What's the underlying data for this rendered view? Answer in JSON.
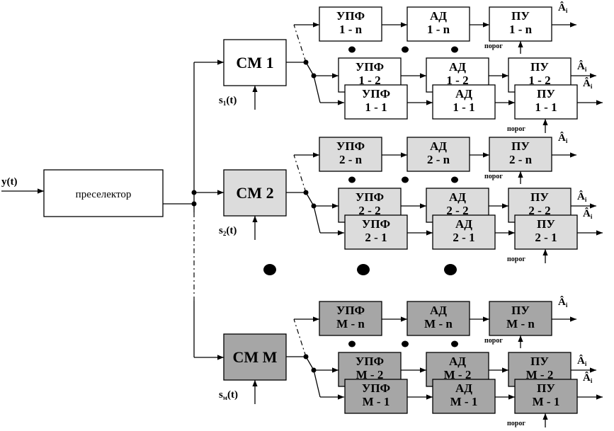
{
  "input_label": "y(t)",
  "preselector_label": "преселектор",
  "threshold_label": "порог",
  "output_label": "Âi",
  "fill_colors": {
    "group1": "#ffffff",
    "group2": "#dcdcdc",
    "group3": "#a6a6a6"
  },
  "groups": [
    {
      "mixer": "СМ 1",
      "ref": {
        "base": "s",
        "sub": "1",
        "tail": "(t)"
      },
      "rows": [
        {
          "f1": "УПФ",
          "f2": "1 - n",
          "a1": "АД",
          "a2": "1 - n",
          "p1": "ПУ",
          "p2": "1 - n"
        },
        {
          "f1": "УПФ",
          "f2": "1 - 2",
          "a1": "АД",
          "a2": "1 - 2",
          "p1": "ПУ",
          "p2": "1 - 2"
        },
        {
          "f1": "УПФ",
          "f2": "1 - 1",
          "a1": "АД",
          "a2": "1 - 1",
          "p1": "ПУ",
          "p2": "1 - 1"
        }
      ]
    },
    {
      "mixer": "СМ 2",
      "ref": {
        "base": "s",
        "sub": "2",
        "tail": "(t)"
      },
      "rows": [
        {
          "f1": "УПФ",
          "f2": "2 - n",
          "a1": "АД",
          "a2": "2 - n",
          "p1": "ПУ",
          "p2": "2 - n"
        },
        {
          "f1": "УПФ",
          "f2": "2 - 2",
          "a1": "АД",
          "a2": "2 - 2",
          "p1": "ПУ",
          "p2": "2 - 2"
        },
        {
          "f1": "УПФ",
          "f2": "2 - 1",
          "a1": "АД",
          "a2": "2 - 1",
          "p1": "ПУ",
          "p2": "2 - 1"
        }
      ]
    },
    {
      "mixer": "СМ М",
      "ref": {
        "base": "s",
        "sub": "м",
        "tail": "(t)"
      },
      "rows": [
        {
          "f1": "УПФ",
          "f2": "М - n",
          "a1": "АД",
          "a2": "М - n",
          "p1": "ПУ",
          "p2": "М - n"
        },
        {
          "f1": "УПФ",
          "f2": "М - 2",
          "a1": "АД",
          "a2": "М - 2",
          "p1": "ПУ",
          "p2": "М - 2"
        },
        {
          "f1": "УПФ",
          "f2": "М - 1",
          "a1": "АД",
          "a2": "М - 1",
          "p1": "ПУ",
          "p2": "М - 1"
        }
      ]
    }
  ]
}
